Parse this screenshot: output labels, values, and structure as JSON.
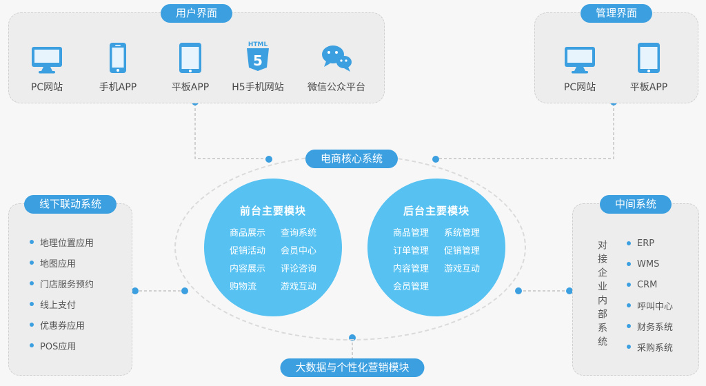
{
  "colors": {
    "accent": "#3b9fe0",
    "core_circle_fill": "#57c2f2",
    "panel_fill": "#ededed",
    "background": "#f7f7f7"
  },
  "panels": {
    "user_interface": {
      "title": "用户界面",
      "items": [
        {
          "label": "PC网站",
          "icon": "desktop-icon"
        },
        {
          "label": "手机APP",
          "icon": "smartphone-icon"
        },
        {
          "label": "平板APP",
          "icon": "tablet-icon"
        },
        {
          "label": "H5手机网站",
          "icon": "html5-icon"
        },
        {
          "label": "微信公众平台",
          "icon": "wechat-icon"
        }
      ]
    },
    "admin_interface": {
      "title": "管理界面",
      "items": [
        {
          "label": "PC网站",
          "icon": "desktop-icon"
        },
        {
          "label": "平板APP",
          "icon": "tablet-icon"
        }
      ]
    },
    "offline_system": {
      "title": "线下联动系统",
      "items": [
        "地理位置应用",
        "地图应用",
        "门店服务预约",
        "线上支付",
        "优惠券应用",
        "POS应用"
      ]
    },
    "middle_system": {
      "title": "中间系统",
      "vertical_label": "对接企业内部系统",
      "items": [
        "ERP",
        "WMS",
        "CRM",
        "呼叫中心",
        "财务系统",
        "采购系统"
      ]
    }
  },
  "core_system": {
    "title": "电商核心系统",
    "frontend": {
      "title": "前台主要模块",
      "columns": [
        [
          "商品展示",
          "促销活动",
          "内容展示",
          "购物流"
        ],
        [
          "查询系统",
          "会员中心",
          "评论咨询",
          "游戏互动"
        ]
      ]
    },
    "backend": {
      "title": "后台主要模块",
      "columns": [
        [
          "商品管理",
          "订单管理",
          "内容管理",
          "会员管理"
        ],
        [
          "系统管理",
          "促销管理",
          "游戏互动"
        ]
      ]
    }
  },
  "bottom_module": {
    "title": "大数据与个性化营销模块"
  },
  "html5_icon": {
    "top_text": "HTML",
    "number": "5"
  }
}
